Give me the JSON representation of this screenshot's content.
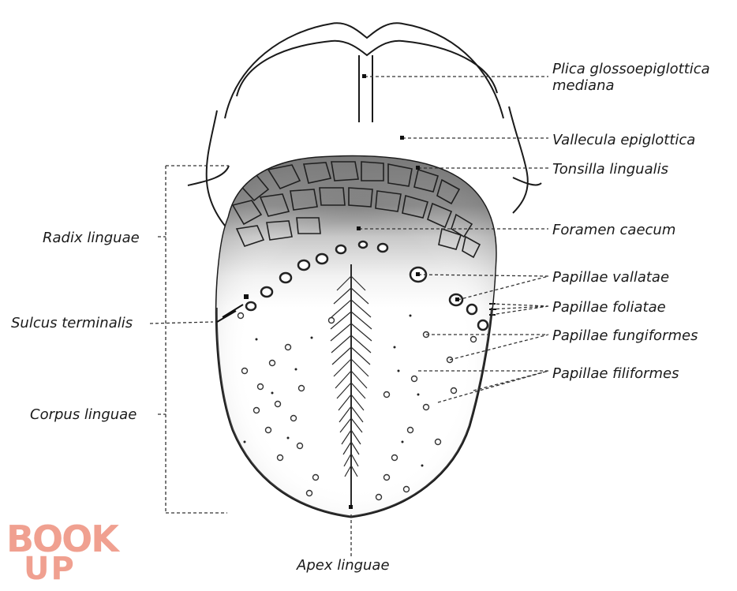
{
  "labels": {
    "plica": "Plica glossoepiglottica",
    "plica_2": "mediana",
    "vallecula": "Vallecula epiglottica",
    "tonsilla": "Tonsilla lingualis",
    "foramen": "Foramen caecum",
    "vallatae": "Papillae vallatae",
    "foliatae": "Papillae foliatae",
    "fungiformes": "Papillae fungiformes",
    "filiformes": "Papillae filiformes",
    "radix": "Radix linguae",
    "sulcus": "Sulcus terminalis",
    "corpus": "Corpus linguae",
    "apex": "Apex linguae"
  },
  "watermark": {
    "line1": "BOOK",
    "line2": "UP",
    "color": "#f0a090"
  }
}
